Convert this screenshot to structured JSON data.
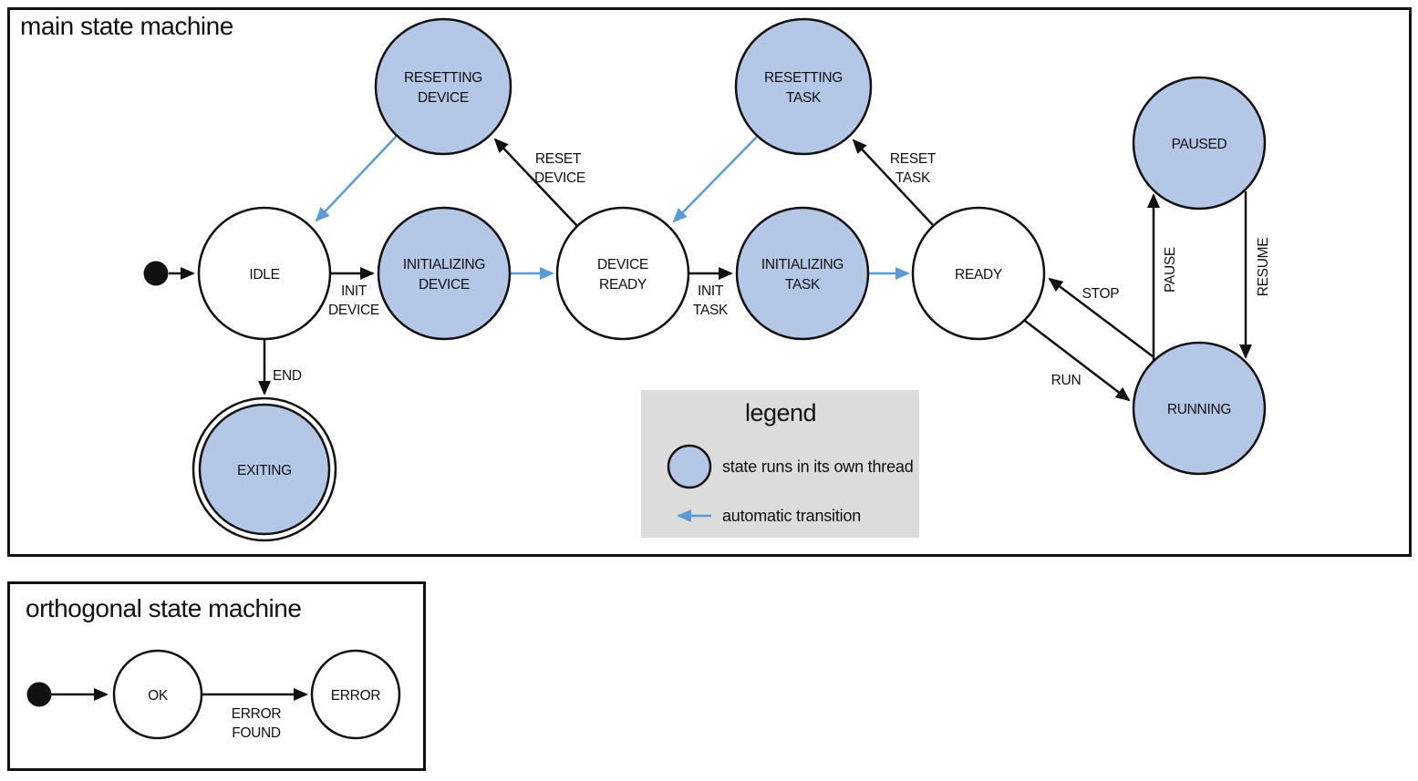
{
  "colors": {
    "threaded_state_fill": "#b4c7e7",
    "automatic_transition": "#5b9bd5",
    "legend_background": "#dcdcdc"
  },
  "main_machine": {
    "title": "main state machine",
    "states": {
      "idle": {
        "label": "IDLE"
      },
      "initializing_device": {
        "line1": "INITIALIZING",
        "line2": "DEVICE",
        "threaded": true
      },
      "device_ready": {
        "line1": "DEVICE",
        "line2": "READY"
      },
      "initializing_task": {
        "line1": "INITIALIZING",
        "line2": "TASK",
        "threaded": true
      },
      "ready": {
        "label": "READY"
      },
      "resetting_device": {
        "line1": "RESETTING",
        "line2": "DEVICE",
        "threaded": true
      },
      "resetting_task": {
        "line1": "RESETTING",
        "line2": "TASK",
        "threaded": true
      },
      "paused": {
        "label": "PAUSED",
        "threaded": true
      },
      "running": {
        "label": "RUNNING",
        "threaded": true
      },
      "exiting": {
        "label": "EXITING",
        "threaded": true,
        "final_state": true
      }
    },
    "transitions": {
      "init_device": {
        "line1": "INIT",
        "line2": "DEVICE"
      },
      "reset_device": {
        "line1": "RESET",
        "line2": "DEVICE"
      },
      "init_task": {
        "line1": "INIT",
        "line2": "TASK"
      },
      "reset_task": {
        "line1": "RESET",
        "line2": "TASK"
      },
      "end": "END",
      "stop": "STOP",
      "run": "RUN",
      "pause": "PAUSE",
      "resume": "RESUME"
    }
  },
  "legend": {
    "title": "legend",
    "threaded_state_label": "state runs in its own thread",
    "automatic_transition_label": "automatic transition"
  },
  "orthogonal_machine": {
    "title": "orthogonal state machine",
    "states": {
      "ok": {
        "label": "OK"
      },
      "error": {
        "label": "ERROR"
      }
    },
    "transitions": {
      "error_found": {
        "line1": "ERROR",
        "line2": "FOUND"
      }
    }
  }
}
